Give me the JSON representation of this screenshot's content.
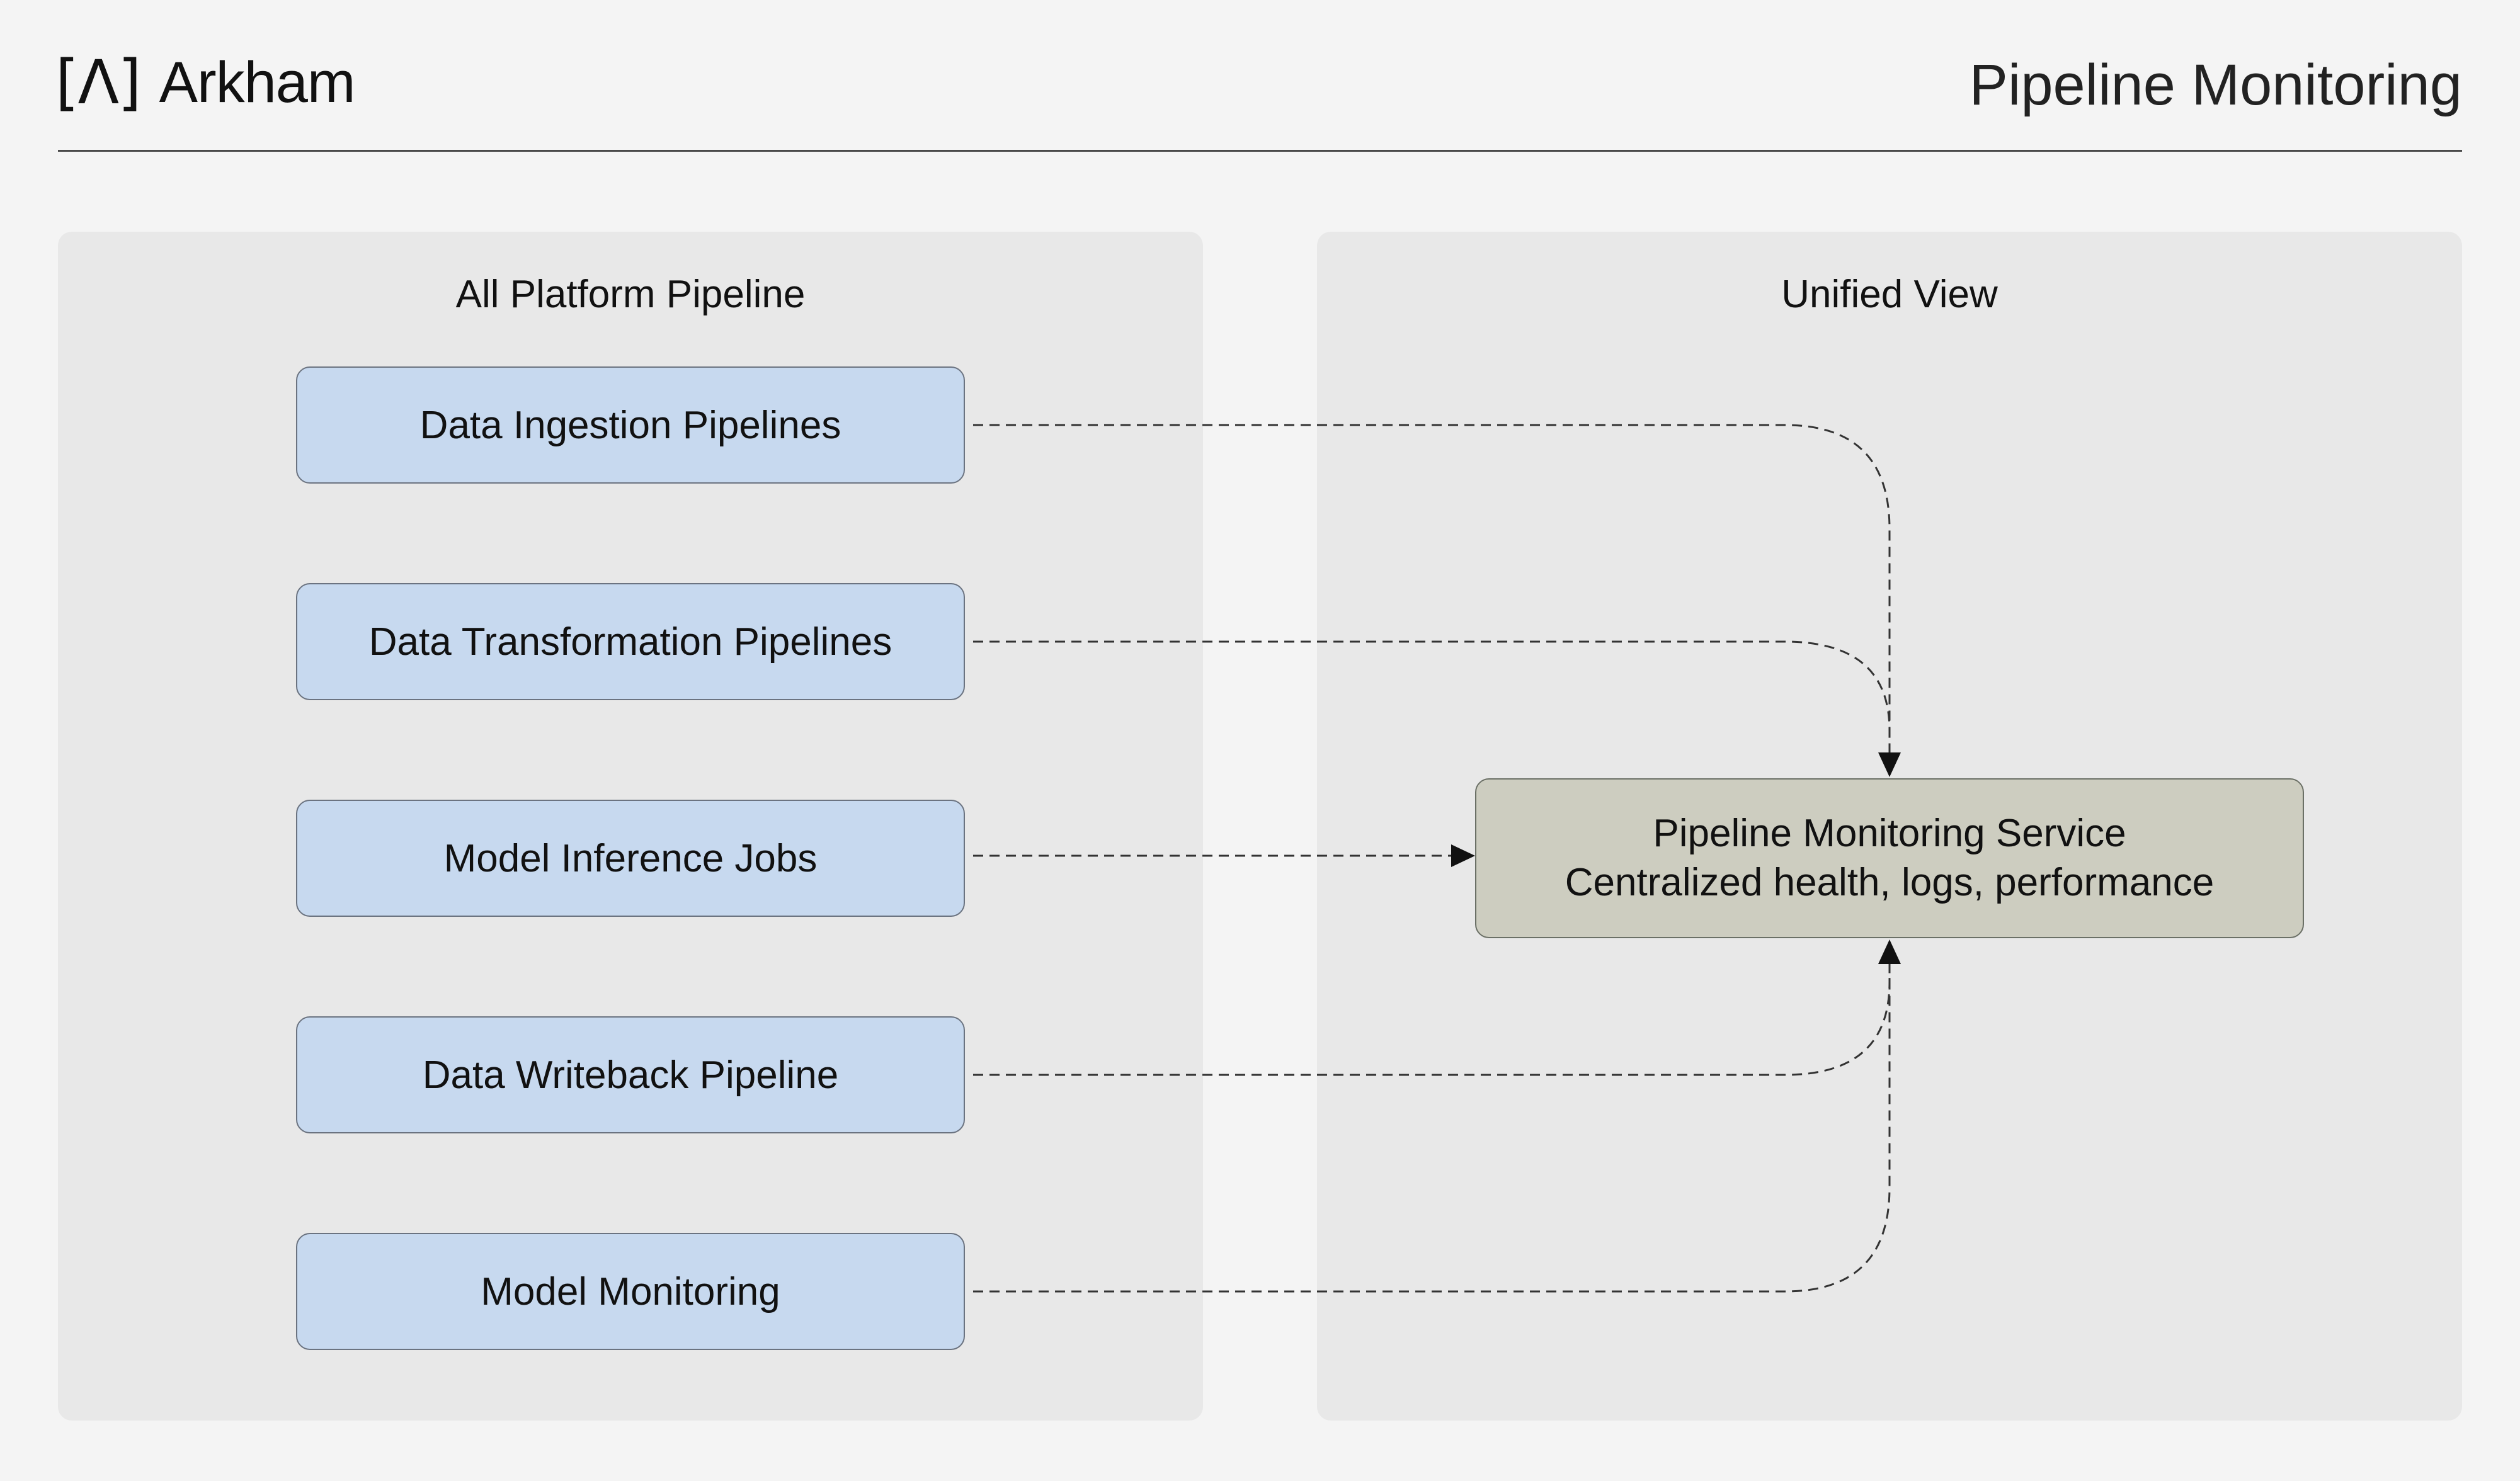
{
  "header": {
    "logo_mark": "[Λ]",
    "brand": "Arkham",
    "title": "Pipeline Monitoring"
  },
  "left_panel": {
    "title": "All Platform Pipeline",
    "nodes": [
      {
        "label": "Data Ingestion Pipelines"
      },
      {
        "label": "Data Transformation Pipelines"
      },
      {
        "label": "Model Inference Jobs"
      },
      {
        "label": "Data Writeback Pipeline"
      },
      {
        "label": "Model Monitoring"
      }
    ]
  },
  "right_panel": {
    "title": "Unified View",
    "service": {
      "line1": "Pipeline Monitoring Service",
      "line2": "Centralized health, logs, performance"
    }
  },
  "colors": {
    "background": "#f4f4f4",
    "panel": "#e8e8e8",
    "pipeline_node": "#c7d9ef",
    "service_node": "#cdcdc0",
    "connector": "#333333"
  }
}
